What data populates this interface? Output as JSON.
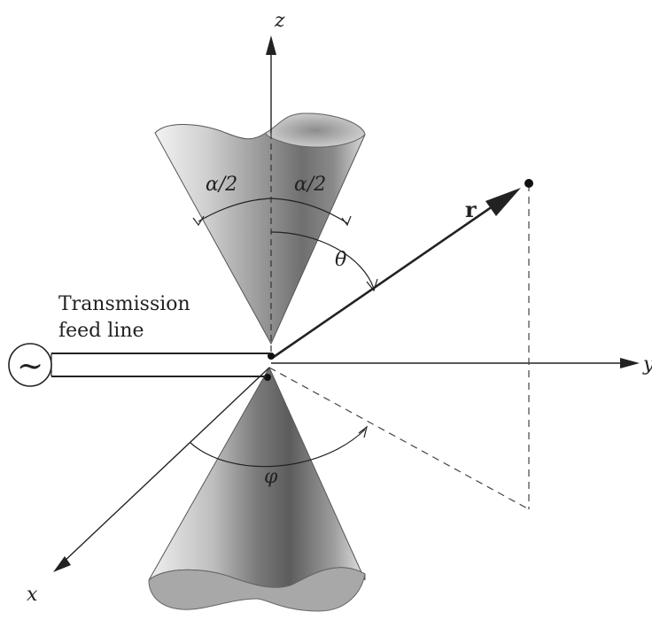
{
  "labels": {
    "z_axis": "z",
    "y_axis": "y",
    "x_axis": "x",
    "alpha_left": "α/2",
    "alpha_right": "α/2",
    "r_vector": "r",
    "theta": "θ",
    "phi": "φ",
    "transmission_line1": "Transmission",
    "transmission_line2": "feed line",
    "source_symbol": "~"
  }
}
